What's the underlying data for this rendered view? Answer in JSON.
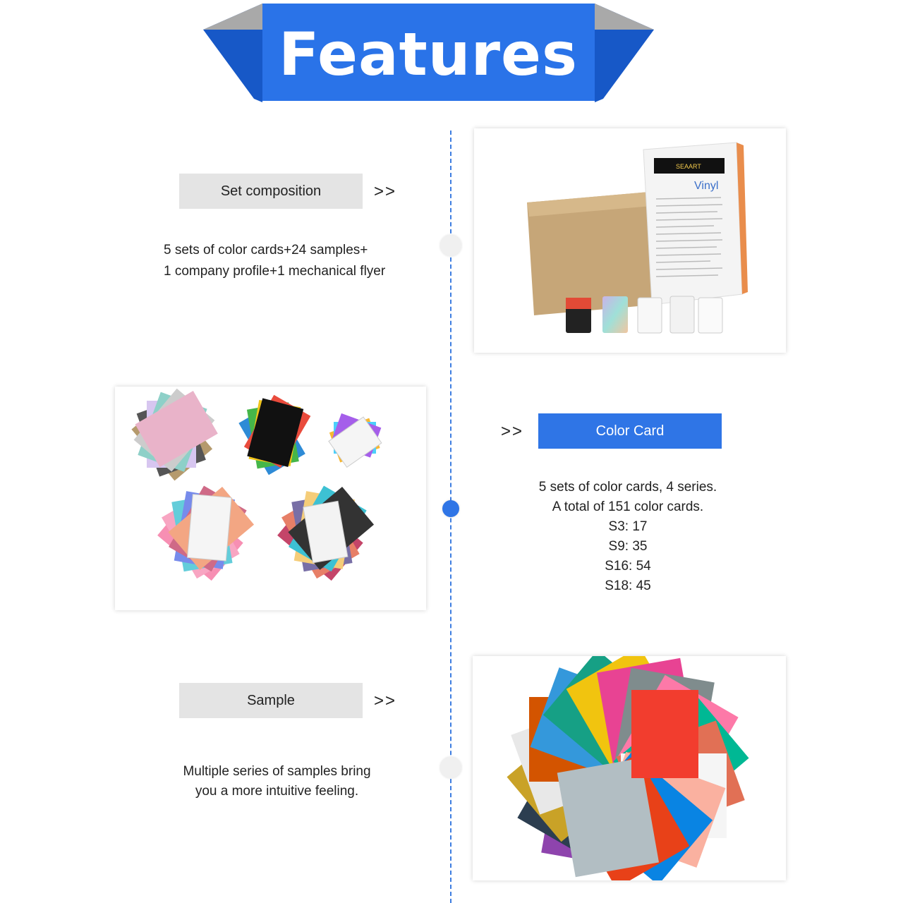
{
  "header": {
    "title": "Features"
  },
  "sections": [
    {
      "label": "Set composition",
      "arrows": ">>",
      "lines": [
        "5 sets of color cards+24 samples+",
        "1 company profile+1 mechanical flyer"
      ]
    },
    {
      "label": "Color Card",
      "arrows": ">>",
      "lines": [
        "5 sets of color cards, 4 series.",
        "A total of 151 color cards.",
        "S3: 17",
        "S9: 35",
        "S16: 54",
        "S18: 45"
      ]
    },
    {
      "label": "Sample",
      "arrows": ">>",
      "lines": [
        "Multiple series of samples bring",
        "you a more intuitive feeling."
      ]
    }
  ],
  "product": {
    "brand": "SEAART",
    "vinyl_text": "Vinyl"
  },
  "colors": {
    "accent": "#2f75e6",
    "label_bg": "#e4e4e4"
  }
}
